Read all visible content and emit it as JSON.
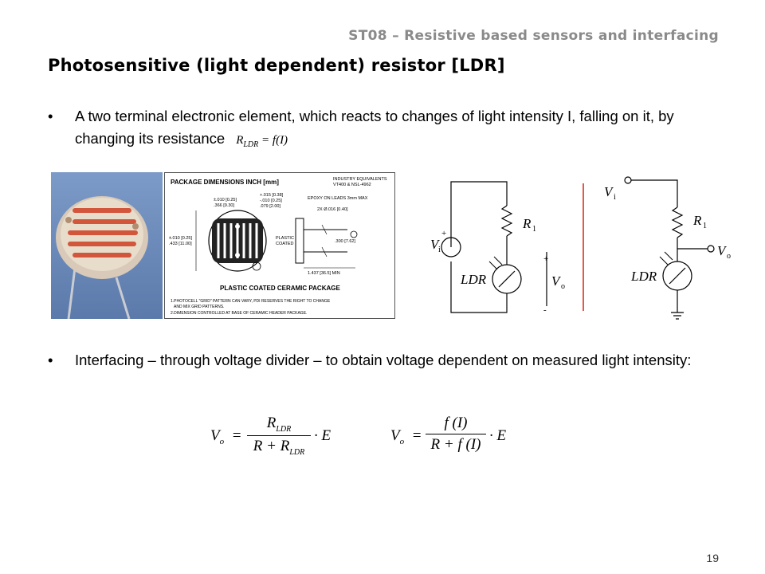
{
  "header": {
    "course": "ST08 – Resistive based sensors and interfacing"
  },
  "title": "Photosensitive (light dependent) resistor [LDR]",
  "bullets": [
    {
      "marker": "•",
      "text": "A two terminal electronic element, which reacts to changes of light intensity I, falling on it, by changing its resistance",
      "formula": "R_LDR = f(I)"
    },
    {
      "marker": "•",
      "text": "Interfacing – through voltage divider – to obtain voltage dependent on measured light intensity:"
    }
  ],
  "package": {
    "title": "PACKAGE DIMENSIONS INCH [mm]",
    "equiv_label": "INDUSTRY EQUIVALENTS",
    "equiv_parts": "VT400 & NSL-4962",
    "dim1": "+.015 [0.38]",
    "dim2": "-.010 [0.25]",
    "dim3": ".079 [2.00]",
    "dim4": "±.010 [0.25]",
    "dim5": ".366 [9.30]",
    "epoxy": "EPOXY ON LEADS 3mm MAX",
    "leads": "2X Ø.016 [0.40]",
    "left_dim": "±.010 [0.25]",
    "left_dim2": ".433 [11.00]",
    "plastic": "PLASTIC",
    "coated": "COATED",
    "pitch": ".300 [7.62]",
    "lead_len": "1.437 [36.5] MIN",
    "caption": "PLASTIC COATED CERAMIC PACKAGE",
    "note1": "1.PHOTOCELL \"GRID\" PATTERN CAN VARY, PDI RESERVES THE RIGHT TO CHANGE",
    "note1b": "AND MIX GRID PATTERNS.",
    "note2": "2.DIMENSION CONTROLLED AT BASE OF CERAMIC HEADER PACKAGE."
  },
  "circuit1": {
    "source": "V",
    "source_sub": "i",
    "plus": "+",
    "r1": "R",
    "r1_sub": "1",
    "ldr": "LDR",
    "out": "V",
    "out_sub": "o",
    "plus2": "+",
    "minus2": "-"
  },
  "circuit2": {
    "vin": "V",
    "vin_sub": "i",
    "r1": "R",
    "r1_sub": "1",
    "out": "V",
    "out_sub": "o",
    "ldr": "LDR"
  },
  "equations": {
    "eq1": {
      "lhs": "V",
      "lhs_sub": "o",
      "num": "R",
      "num_sub": "LDR",
      "den": "R + R",
      "den_sub": "LDR",
      "tail": "· E"
    },
    "eq2": {
      "lhs": "V",
      "lhs_sub": "o",
      "num": "f (I)",
      "den": "R + f (I)",
      "tail": "· E"
    }
  },
  "page_number": "19",
  "colors": {
    "header": "#8a8a8a",
    "divider": "#e45a4a",
    "photo_bg": "#6f8fc0"
  }
}
